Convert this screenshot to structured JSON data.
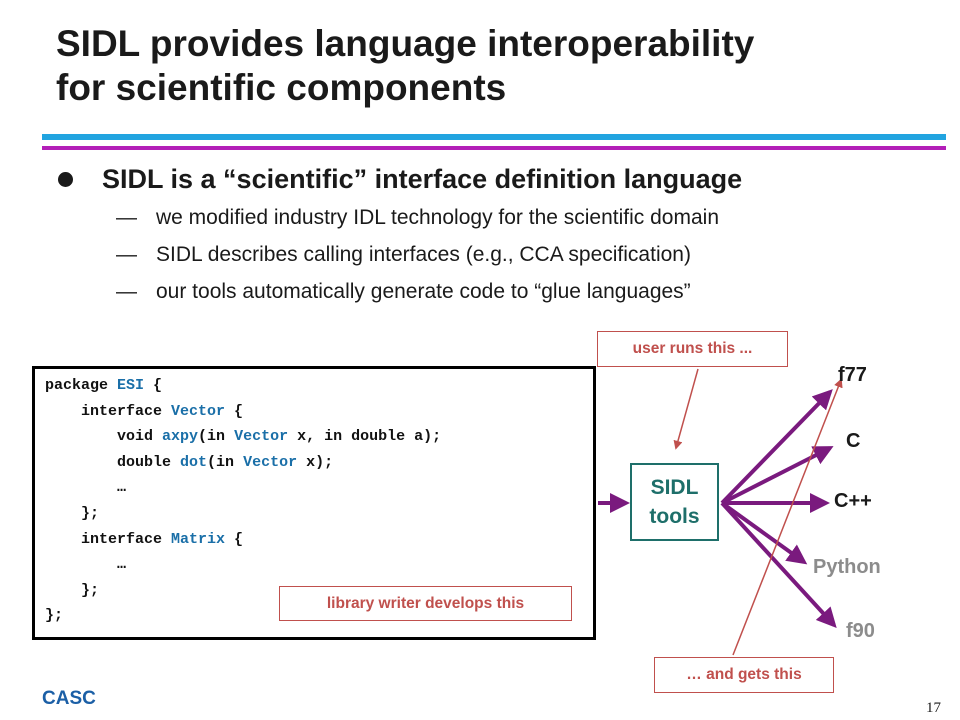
{
  "slide": {
    "title_line1": "SIDL provides language interoperability",
    "title_line2": "for scientific components",
    "main_point": "SIDL is a “scientific” interface definition language",
    "sub_dash": "—",
    "sub_points": [
      "we modified industry IDL technology for the scientific domain",
      "SIDL describes calling interfaces (e.g., CCA specification)",
      "our tools automatically generate code to “glue languages”"
    ],
    "code": [
      {
        "indent": "",
        "parts": [
          {
            "t": "package ",
            "c": ""
          },
          {
            "t": "ESI",
            "c": "blue"
          },
          {
            "t": " {",
            "c": ""
          }
        ]
      },
      {
        "indent": "    ",
        "parts": [
          {
            "t": "interface ",
            "c": ""
          },
          {
            "t": "Vector",
            "c": "blue"
          },
          {
            "t": " {",
            "c": ""
          }
        ]
      },
      {
        "indent": "        ",
        "parts": [
          {
            "t": "void ",
            "c": ""
          },
          {
            "t": "axpy",
            "c": "blue"
          },
          {
            "t": "(in ",
            "c": ""
          },
          {
            "t": "Vector",
            "c": "blue"
          },
          {
            "t": " x, in double a);",
            "c": ""
          }
        ]
      },
      {
        "indent": "        ",
        "parts": [
          {
            "t": "double ",
            "c": ""
          },
          {
            "t": "dot",
            "c": "blue"
          },
          {
            "t": "(in ",
            "c": ""
          },
          {
            "t": "Vector",
            "c": "blue"
          },
          {
            "t": " x);",
            "c": ""
          }
        ]
      },
      {
        "indent": "        ",
        "parts": [
          {
            "t": "…",
            "c": ""
          }
        ]
      },
      {
        "indent": "    ",
        "parts": [
          {
            "t": "};",
            "c": ""
          }
        ]
      },
      {
        "indent": "    ",
        "parts": [
          {
            "t": "interface ",
            "c": ""
          },
          {
            "t": "Matrix",
            "c": "blue"
          },
          {
            "t": " {",
            "c": ""
          }
        ]
      },
      {
        "indent": "        ",
        "parts": [
          {
            "t": "…",
            "c": ""
          }
        ]
      },
      {
        "indent": "    ",
        "parts": [
          {
            "t": "};",
            "c": ""
          }
        ]
      },
      {
        "indent": "",
        "parts": [
          {
            "t": "};",
            "c": ""
          }
        ]
      }
    ],
    "callouts": {
      "user_runs": "user runs this ...",
      "library_writer": "library writer develops this",
      "and_gets": "… and gets this"
    },
    "sidl_tools": {
      "line1": "SIDL",
      "line2": "tools"
    },
    "languages": [
      "f77",
      "C",
      "C++",
      "Python",
      "f90"
    ],
    "footer": {
      "org": "CASC",
      "page": "17"
    },
    "colors": {
      "rule_blue": "#21a4e0",
      "rule_purple": "#b31fb8",
      "arrow_purple": "#7a1a7e",
      "callout_red": "#c0504d",
      "tools_teal": "#1e6f6a",
      "code_blue": "#1a6fa8",
      "casc_blue": "#1b5fa6"
    }
  }
}
